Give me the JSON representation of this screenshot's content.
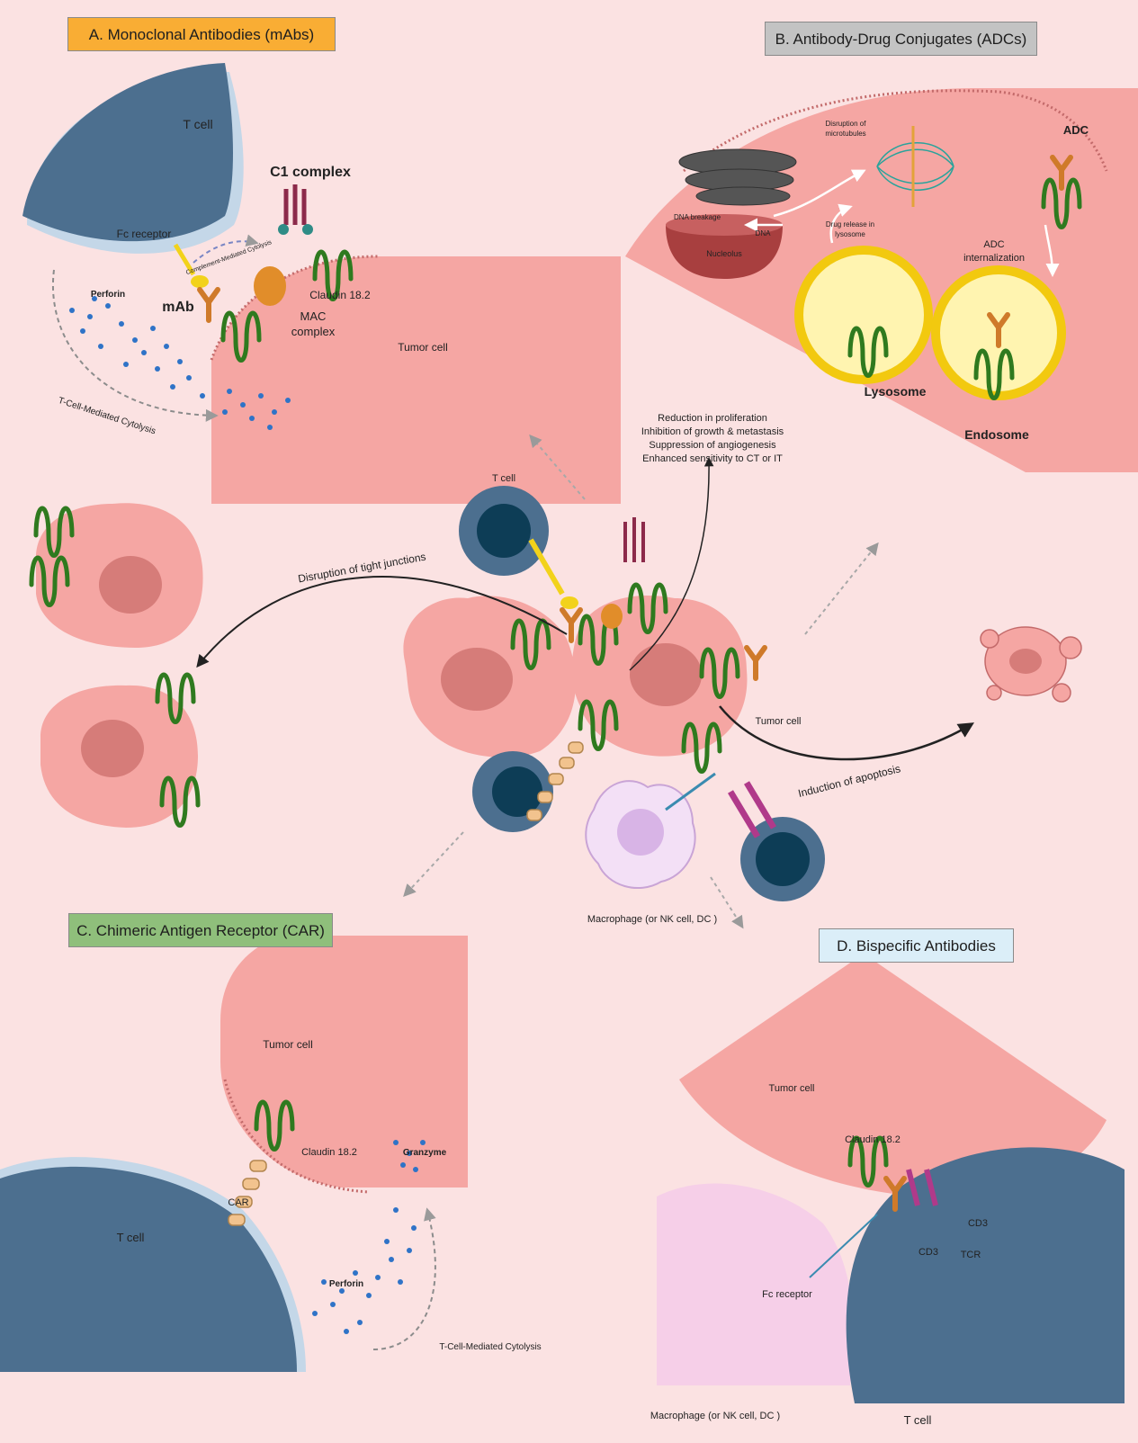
{
  "panels": {
    "a": {
      "title": "A. Monoclonal Antibodies (mAbs)",
      "t_cell": "T cell",
      "c1_complex": "C1 complex",
      "fc_receptor": "Fc receptor",
      "complement_cytolysis": "Complement-Mediated Cytolysis",
      "perforin": "Perforin",
      "mab": "mAb",
      "claudin": "Claudin 18.2",
      "mac_line1": "MAC",
      "mac_line2": "complex",
      "tumor_cell": "Tumor cell",
      "tcell_cytolysis": "T-Cell-Mediated Cytolysis"
    },
    "b": {
      "title": "B. Antibody-Drug Conjugates (ADCs)",
      "microtubule_line1": "Disruption of",
      "microtubule_line2": "microtubules",
      "adc": "ADC",
      "dna_breakage": "DNA breakage",
      "dna": "DNA",
      "nucleolus": "Nucleolus",
      "drug_release_line1": "Drug release in",
      "drug_release_line2": "lysosome",
      "internalization_line1": "ADC",
      "internalization_line2": "internalization",
      "lysosome": "Lysosome",
      "endosome": "Endosome"
    },
    "c": {
      "title": "C. Chimeric Antigen Receptor (CAR)",
      "tumor_cell": "Tumor cell",
      "claudin": "Claudin 18.2",
      "granzyme": "Granzyme",
      "car": "CAR",
      "t_cell": "T cell",
      "perforin": "Perforin",
      "tcell_cytolysis": "T-Cell-Mediated Cytolysis"
    },
    "d": {
      "title": "D. Bispecific Antibodies",
      "tumor_cell": "Tumor cell",
      "claudin": "Claudin 18.2",
      "cd3_right": "CD3",
      "cd3_left": "CD3",
      "tcr": "TCR",
      "fc_receptor": "Fc receptor",
      "macrophage": "Macrophage (or NK cell, DC )",
      "t_cell": "T cell"
    }
  },
  "center": {
    "effects": [
      "Reduction in proliferation",
      "Inhibition of growth & metastasis",
      "Suppression of angiogenesis",
      "Enhanced sensitivity to CT or IT"
    ],
    "t_cell": "T cell",
    "tumor_cell": "Tumor cell",
    "tight_junctions": "Disruption of tight junctions",
    "apoptosis": "Induction of apoptosis",
    "macrophage": "Macrophage (or NK cell, DC )"
  },
  "colors": {
    "background": "#fbe2e2",
    "title_a": "#f9ad34",
    "title_b": "#c3c3c3",
    "title_c": "#8fbf7b",
    "title_d": "#dbeef8",
    "tumor": "#f5a6a3",
    "tcell": "#4c6f8f",
    "claudin": "#2f7a1f",
    "antibody": "#cf7a2a"
  }
}
